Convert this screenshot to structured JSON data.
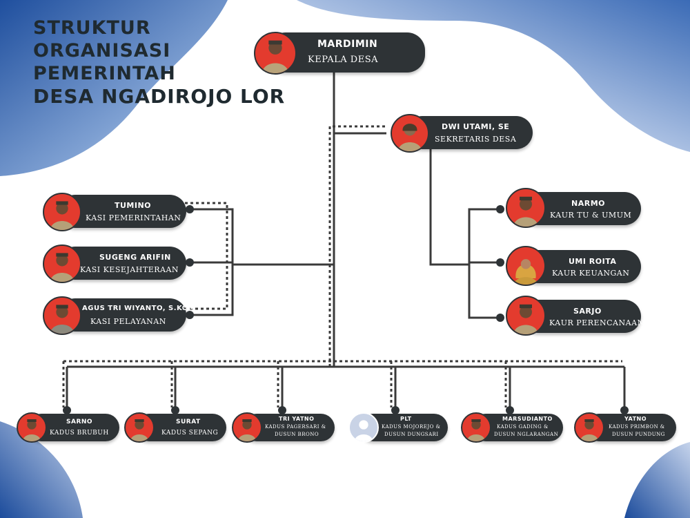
{
  "title": {
    "line1": "STRUKTUR",
    "line2": "ORGANISASI",
    "line3": "PEMERINTAH",
    "line4": "DESA NGADIROJO LOR"
  },
  "colors": {
    "card": "#2e3336",
    "photo_bg": "#e33b2e",
    "connector": "#3a3a3a",
    "blue_blob": "#3f6fb8"
  },
  "kepala": {
    "name": "MARDIMIN",
    "role": "KEPALA DESA"
  },
  "sekretaris": {
    "name": "DWI UTAMI, SE",
    "role": "SEKRETARIS DESA"
  },
  "kasi": [
    {
      "name": "TUMINO",
      "role": "KASI PEMERINTAHAN"
    },
    {
      "name": "SUGENG ARIFIN",
      "role": "KASI KESEJAHTERAAN"
    },
    {
      "name": "AGUS TRI WIYANTO, S.KOM",
      "role": "KASI PELAYANAN"
    }
  ],
  "kaur": [
    {
      "name": "NARMO",
      "role": "KAUR TU & UMUM"
    },
    {
      "name": "UMI ROITA",
      "role": "KAUR KEUANGAN"
    },
    {
      "name": "SARJO",
      "role": "KAUR PERENCANAAN"
    }
  ],
  "kadus": [
    {
      "name": "SARNO",
      "role1": "KADUS BRUBUH",
      "role2": ""
    },
    {
      "name": "SURAT",
      "role1": "KADUS SEPANG",
      "role2": ""
    },
    {
      "name": "TRI YATNO",
      "role1": "KADUS PAGERSARI &",
      "role2": "DUSUN BRONO"
    },
    {
      "name": "PLT",
      "role1": "KADUS MOJOREJO &",
      "role2": "DUSUN DUNGSARI"
    },
    {
      "name": "MARSUDIANTO",
      "role1": "KADUS GADING &",
      "role2": "DUSUN NGLARANGAN"
    },
    {
      "name": "YATNO",
      "role1": "KADUS PRIMBON &",
      "role2": "DUSUN PUNDUNG"
    }
  ]
}
